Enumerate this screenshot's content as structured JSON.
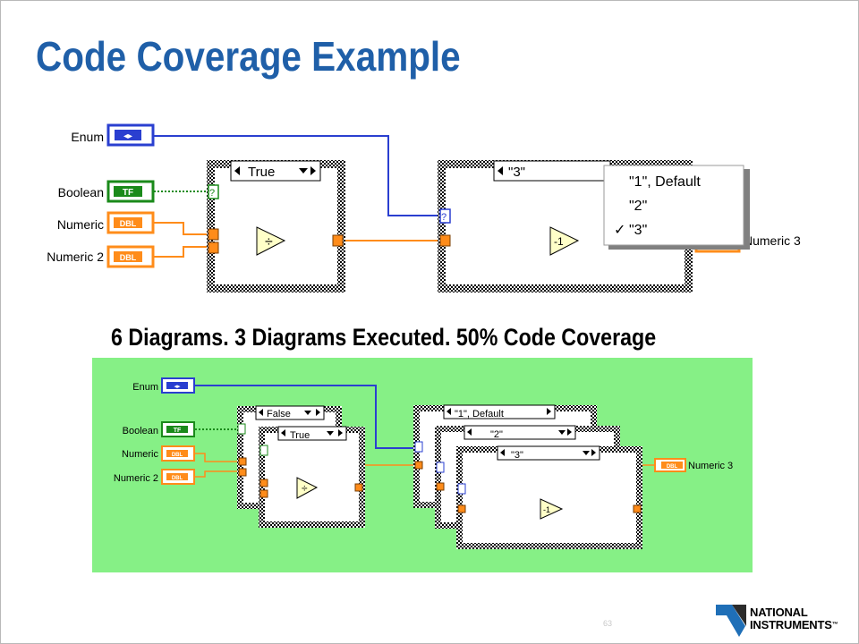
{
  "title": "Code Coverage Example",
  "caption": "6 Diagrams. 3 Diagrams Executed. 50% Code Coverage",
  "page_number": "63",
  "logo": {
    "line1": "NATIONAL",
    "line2": "INSTRUMENTS",
    "tm": "™"
  },
  "top_diagram": {
    "controls": {
      "enum": "Enum",
      "boolean": "Boolean",
      "numeric": "Numeric",
      "numeric2": "Numeric 2"
    },
    "terminals": {
      "enum": "◂▸",
      "boolean": "TF",
      "dbl": "DBL"
    },
    "case1_selector": "True",
    "case2_selector": "\"3\"",
    "dropdown_items": [
      "\"1\", Default",
      "\"2\"",
      "\"3\""
    ],
    "dropdown_checked": "✓",
    "output": "Numeric 3",
    "divide_symbol": "÷",
    "negate_symbol": "-1",
    "question": "?"
  },
  "bottom_diagram": {
    "controls": {
      "enum": "Enum",
      "boolean": "Boolean",
      "numeric": "Numeric",
      "numeric2": "Numeric 2"
    },
    "terminals": {
      "enum": "◂▸",
      "boolean": "TF",
      "dbl": "DBL"
    },
    "case1_back_selector": "False",
    "case1_front_selector": "True",
    "case2_back_selector": "\"1\", Default",
    "case2_mid_selector": "\"2\"",
    "case2_front_selector": "\"3\"",
    "output": "Numeric 3",
    "divide_symbol": "÷",
    "negate_symbol": "-1",
    "question": "?"
  },
  "colors": {
    "title": "#1f5fa8",
    "enum_wire": "#2a3fd0",
    "numeric_wire": "#ff8c1a",
    "boolean_wire": "#1a8a1a",
    "panel_green": "#86f086"
  }
}
